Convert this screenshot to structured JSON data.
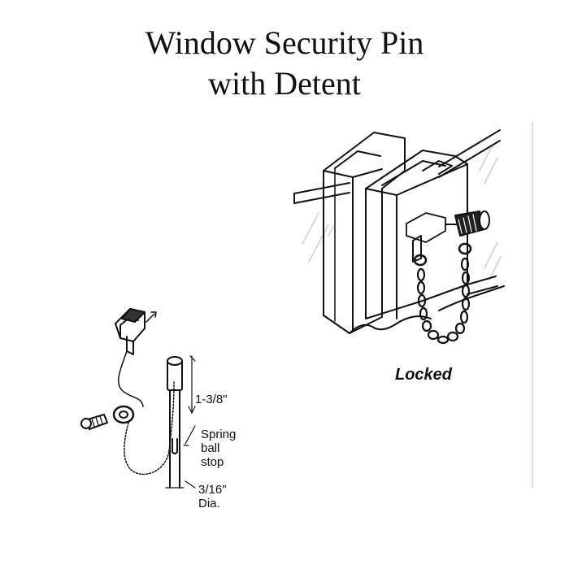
{
  "title": {
    "line1": "Window Security Pin",
    "line2": "with Detent"
  },
  "labels": {
    "locked": "Locked",
    "length": "1-3/8\"",
    "spring_line1": "Spring",
    "spring_line2": "ball",
    "spring_line3": "stop",
    "dia_line1": "3/16\"",
    "dia_line2": "Dia."
  },
  "colors": {
    "ink": "#111111",
    "background": "#ffffff",
    "glass": "#d8d8d8"
  }
}
